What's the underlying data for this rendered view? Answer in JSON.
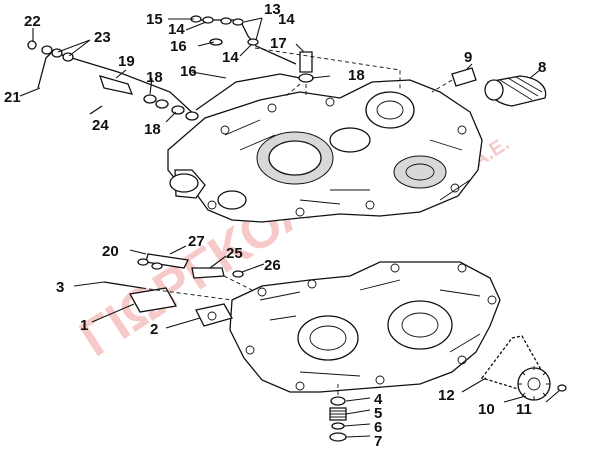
{
  "diagram": {
    "callouts": [
      "22",
      "23",
      "21",
      "24",
      "15",
      "13",
      "14",
      "14",
      "16",
      "14",
      "17",
      "19",
      "18",
      "16",
      "18",
      "18",
      "9",
      "8",
      "20",
      "27",
      "25",
      "26",
      "3",
      "1",
      "2",
      "4",
      "5",
      "6",
      "7",
      "12",
      "10",
      "11"
    ],
    "watermark_main": "ΓΙΩΡΓΚΟΛΑΣ",
    "watermark_suffix": "Α.Ε."
  }
}
